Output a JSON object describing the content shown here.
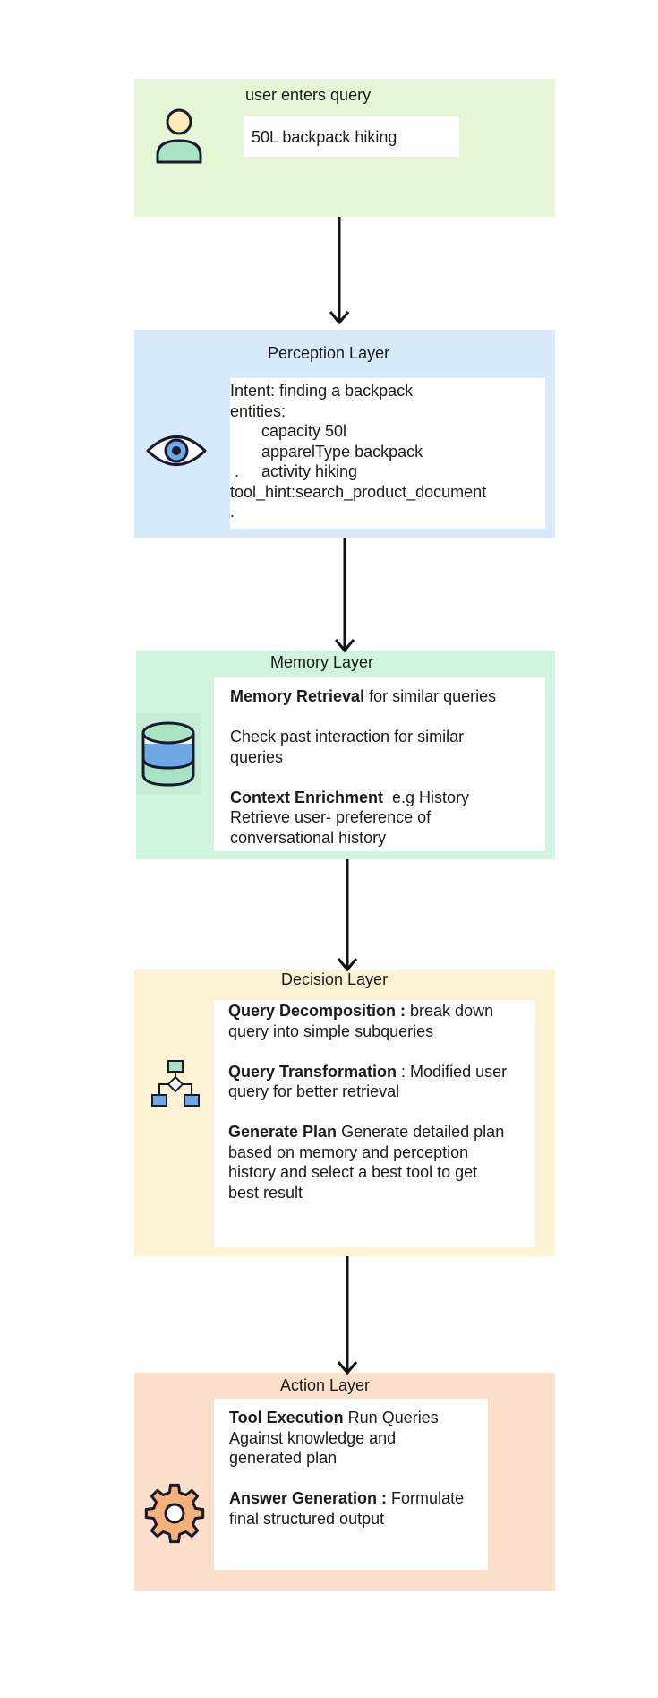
{
  "query": {
    "title": "user enters query",
    "value": "50L backpack hiking",
    "icon": "user-icon",
    "color": "#e6f5d6"
  },
  "perception": {
    "title": "Perception Layer",
    "icon": "eye-icon",
    "color": "#d6eafc",
    "lines": [
      "Intent: finding a backpack",
      "entities:",
      "       capacity 50l",
      "       apparelType backpack",
      " .     activity hiking",
      "tool_hint:search_product_document",
      "."
    ]
  },
  "memory": {
    "title": "Memory Layer",
    "icon": "database-icon",
    "color": "#cff4e0",
    "items": [
      {
        "bold": "Memory Retrieval",
        "rest": " for similar queries"
      },
      {
        "text1": "Check past interaction for similar",
        "text2": "queries"
      },
      {
        "bold": "Context Enrichment",
        "rest": "  e.g History",
        "l2": "Retrieve user- preference of",
        "l3": "conversational history"
      }
    ]
  },
  "decision": {
    "title": "Decision Layer",
    "icon": "flowchart-icon",
    "color": "#fdf2d3",
    "items": [
      {
        "bold": "Query Decomposition :",
        "rest": " break down",
        "l2": "query into simple subqueries"
      },
      {
        "bold": "Query Transformation",
        "rest": " : Modified user",
        "l2": "query for better retrieval"
      },
      {
        "bold": "Generate Plan",
        "rest": " Generate detailed plan",
        "l2": "based on memory and perception",
        "l3": "history and select a best tool to get",
        "l4": "best result"
      }
    ]
  },
  "action": {
    "title": "Action Layer",
    "icon": "gear-icon",
    "color": "#fde0cb",
    "items": [
      {
        "bold": "Tool Execution",
        "rest": " Run Queries",
        "l2": "Against knowledge and",
        "l3": "generated plan"
      },
      {
        "bold": "Answer Generation :",
        "rest": " Formulate",
        "l2": "final structured output"
      }
    ]
  }
}
